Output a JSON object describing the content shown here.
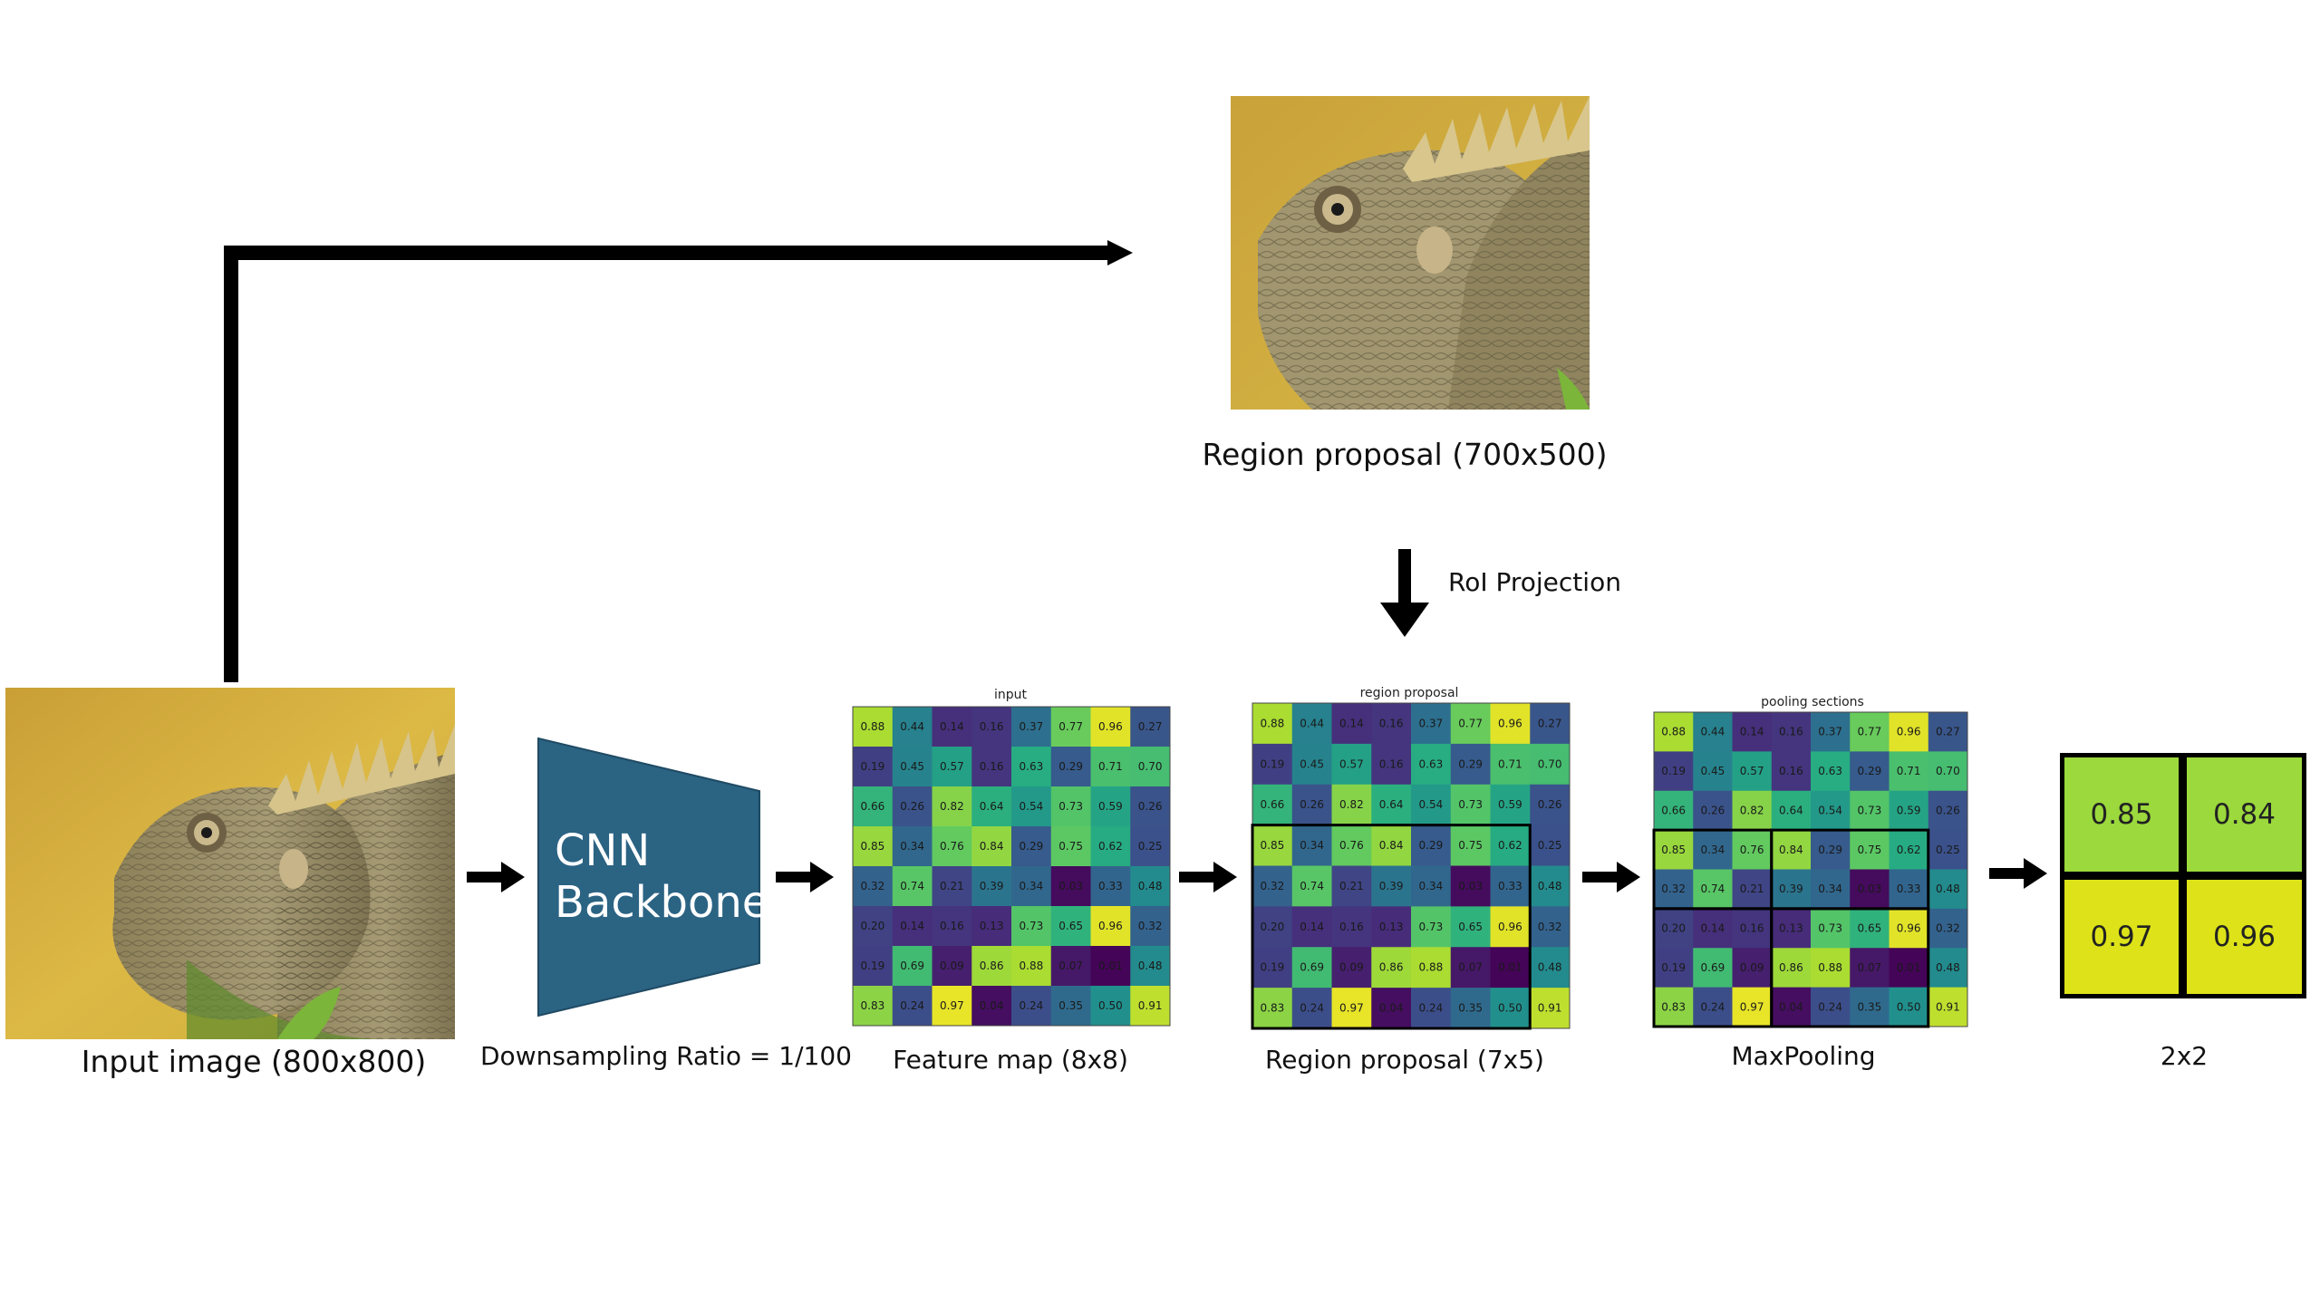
{
  "captions": {
    "input_image": "Input image (800x800)",
    "region_proposal_top": "Region proposal (700x500)",
    "roi_projection": "RoI Projection",
    "downsampling": "Downsampling Ratio = 1/100",
    "feature_map": "Feature map (8x8)",
    "region_proposal_grid": "Region proposal (7x5)",
    "maxpooling": "MaxPooling",
    "output": "2x2"
  },
  "backbone": {
    "line1": "CNN",
    "line2": "Backbone",
    "color": "#2b6383"
  },
  "grid_titles": {
    "input": "input",
    "region": "region proposal",
    "pooling": "pooling sections"
  },
  "feature_map": [
    [
      "0.88",
      "0.44",
      "0.14",
      "0.16",
      "0.37",
      "0.77",
      "0.96",
      "0.27"
    ],
    [
      "0.19",
      "0.45",
      "0.57",
      "0.16",
      "0.63",
      "0.29",
      "0.71",
      "0.70"
    ],
    [
      "0.66",
      "0.26",
      "0.82",
      "0.64",
      "0.54",
      "0.73",
      "0.59",
      "0.26"
    ],
    [
      "0.85",
      "0.34",
      "0.76",
      "0.84",
      "0.29",
      "0.75",
      "0.62",
      "0.25"
    ],
    [
      "0.32",
      "0.74",
      "0.21",
      "0.39",
      "0.34",
      "0.03",
      "0.33",
      "0.48"
    ],
    [
      "0.20",
      "0.14",
      "0.16",
      "0.13",
      "0.73",
      "0.65",
      "0.96",
      "0.32"
    ],
    [
      "0.19",
      "0.69",
      "0.09",
      "0.86",
      "0.88",
      "0.07",
      "0.01",
      "0.48"
    ],
    [
      "0.83",
      "0.24",
      "0.97",
      "0.04",
      "0.24",
      "0.35",
      "0.50",
      "0.91"
    ]
  ],
  "pooled_output": [
    [
      "0.85",
      "0.84"
    ],
    [
      "0.97",
      "0.96"
    ]
  ],
  "colors": {
    "line": "#000000",
    "pool_high": "#9bd93c",
    "pool_top": "#dde318"
  }
}
